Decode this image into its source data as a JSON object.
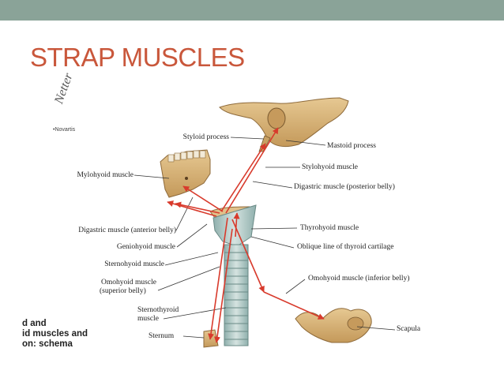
{
  "slide": {
    "title": "STRAP MUSCLES"
  },
  "figure": {
    "logo_text": "Netter",
    "publisher": "•Novartis",
    "caption_lines": [
      "d and",
      "id muscles and",
      "on: schema"
    ],
    "labels": {
      "styloid_process": "Styloid process",
      "mastoid_process": "Mastoid process",
      "stylohyoid_muscle": "Stylohyoid muscle",
      "mylohyoid_muscle": "Mylohyoid muscle",
      "digastric_posterior": "Digastric muscle (posterior belly)",
      "digastric_anterior": "Digastric muscle (anterior belly)",
      "thyrohyoid_muscle": "Thyrohyoid muscle",
      "geniohyoid_muscle": "Geniohyoid muscle",
      "oblique_line": "Oblique line of thyroid cartilage",
      "sternohyoid_muscle": "Sternohyoid muscle",
      "omohyoid_superior_1": "Omohyoid muscle",
      "omohyoid_superior_2": "(superior belly)",
      "omohyoid_inferior": "Omohyoid muscle (inferior belly)",
      "sternothyroid_1": "Sternothyroid",
      "sternothyroid_2": "muscle",
      "scapula": "Scapula",
      "sternum": "Sternum"
    }
  },
  "colors": {
    "accent_title": "#c9573b",
    "topbar": "#8aa398",
    "arrow": "#d83a2c",
    "bone": "#d8b47a"
  }
}
